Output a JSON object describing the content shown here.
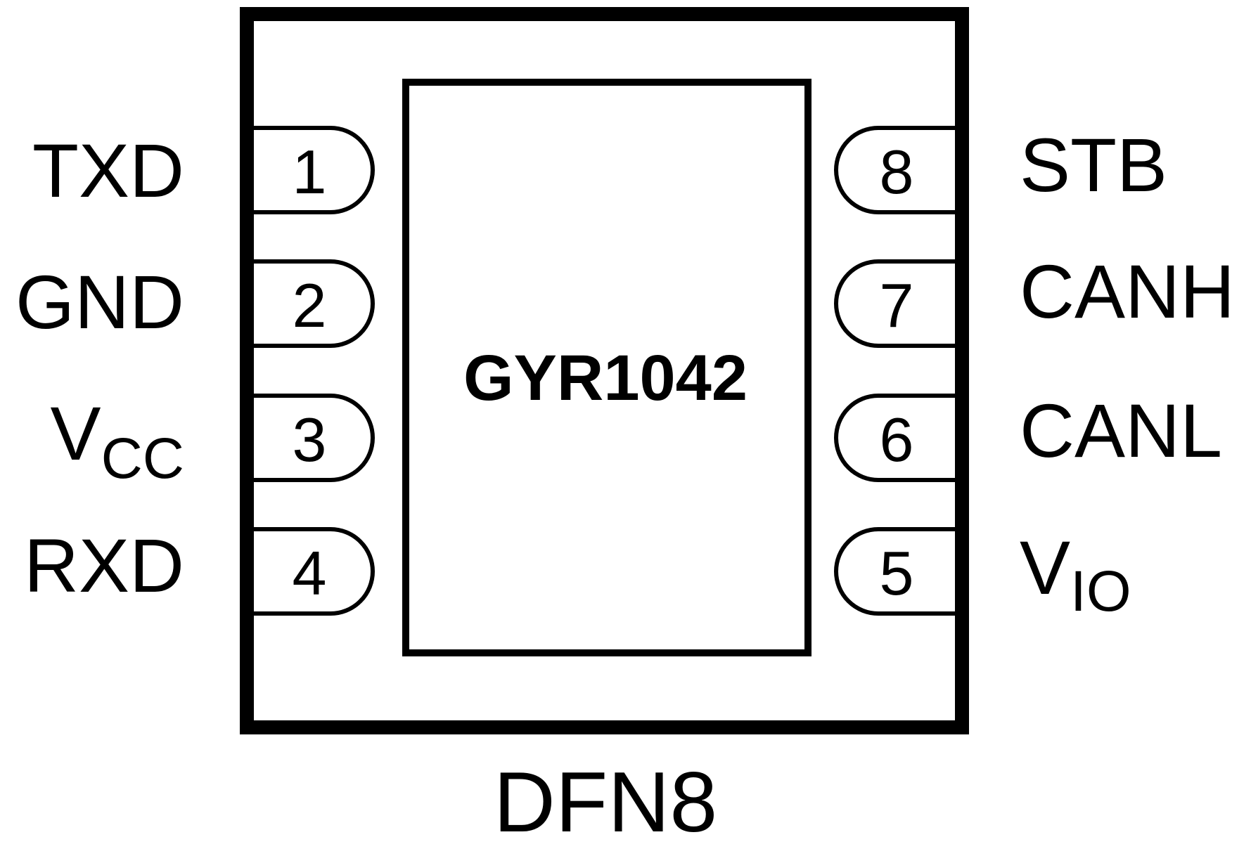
{
  "chip": {
    "name": "GYR1042",
    "package": "DFN8"
  },
  "pins": {
    "left": [
      {
        "number": "1",
        "label": "TXD",
        "sub": ""
      },
      {
        "number": "2",
        "label": "GND",
        "sub": ""
      },
      {
        "number": "3",
        "label": "V",
        "sub": "CC"
      },
      {
        "number": "4",
        "label": "RXD",
        "sub": ""
      }
    ],
    "right": [
      {
        "number": "8",
        "label": "STB",
        "sub": ""
      },
      {
        "number": "7",
        "label": "CANH",
        "sub": ""
      },
      {
        "number": "6",
        "label": "CANL",
        "sub": ""
      },
      {
        "number": "5",
        "label": "V",
        "sub": "IO"
      }
    ]
  }
}
